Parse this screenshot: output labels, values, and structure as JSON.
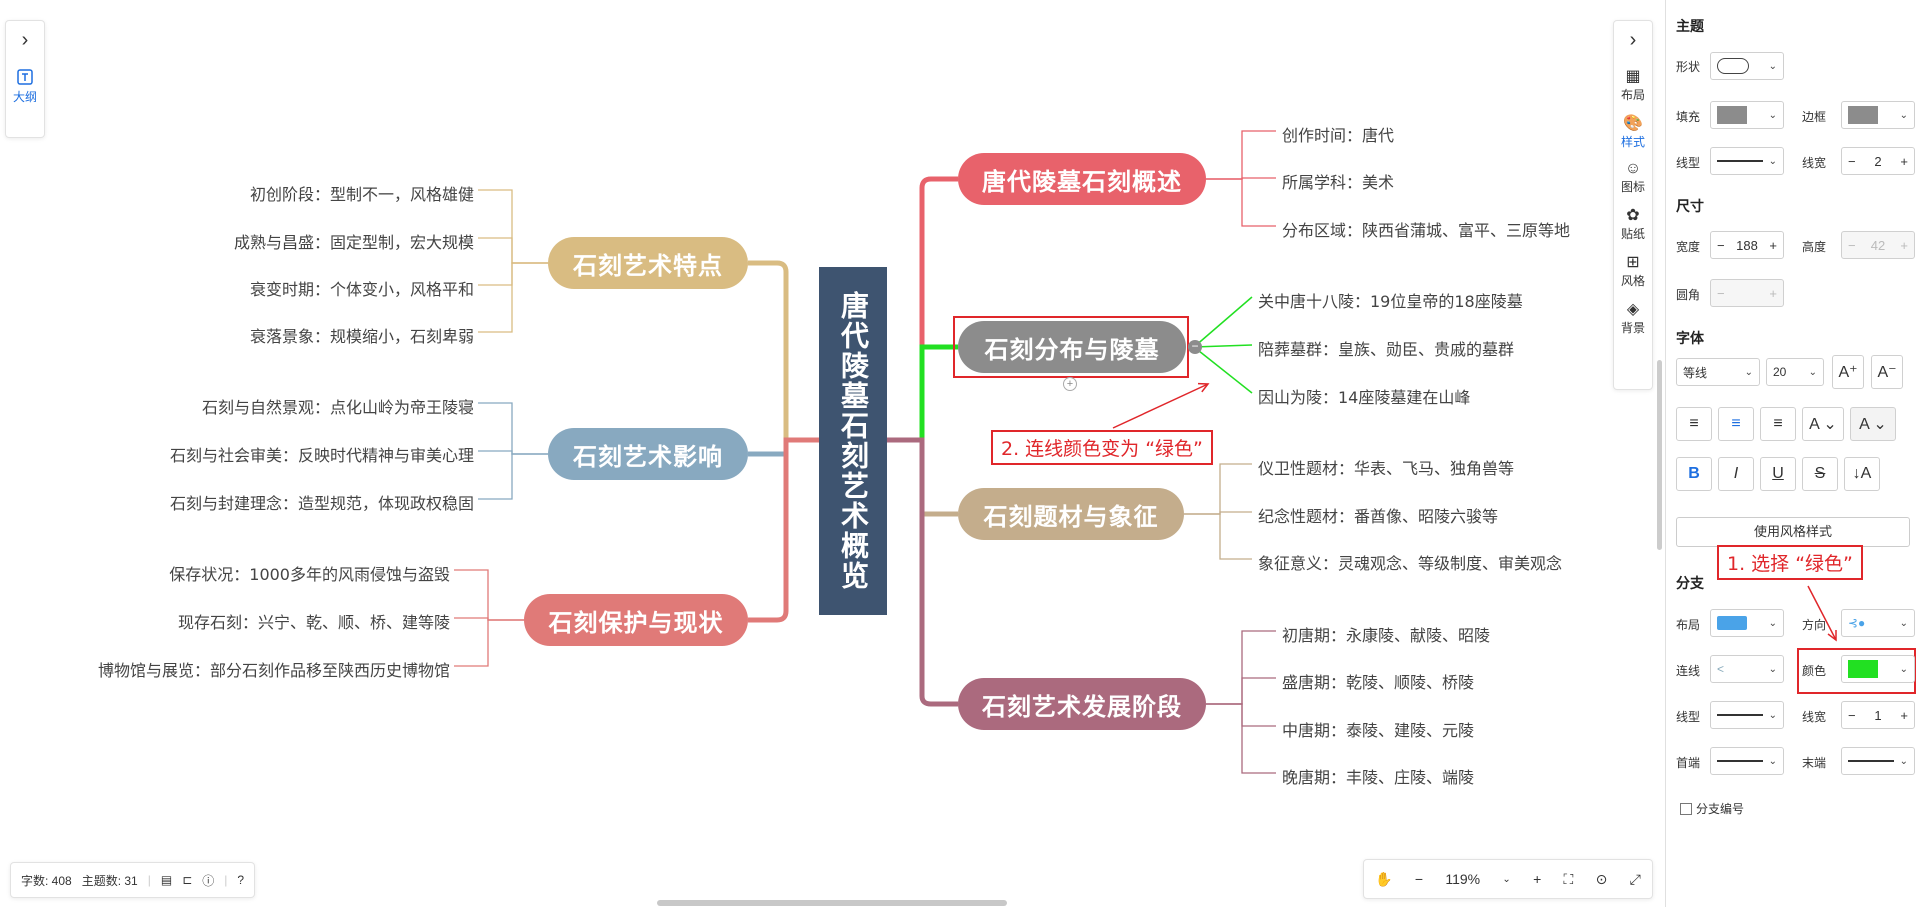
{
  "central": "唐代陵墓石刻艺术概览",
  "branches": [
    {
      "label": "唐代陵墓石刻概述",
      "color": "#e8626b",
      "items": [
        "创作时间：唐代",
        "所属学科：美术",
        "分布区域：陕西省蒲城、富平、三原等地"
      ]
    },
    {
      "label": "石刻分布与陵墓",
      "color": "#8c8c8c",
      "line_color": "#22e022",
      "items": [
        "关中唐十八陵：19位皇帝的18座陵墓",
        "陪葬墓群：皇族、勋臣、贵戚的墓群",
        "因山为陵：14座陵墓建在山峰"
      ]
    },
    {
      "label": "石刻题材与象征",
      "color": "#c4ad8c",
      "items": [
        "仪卫性题材：华表、飞马、独角兽等",
        "纪念性题材：番酋像、昭陵六骏等",
        "象征意义：灵魂观念、等级制度、审美观念"
      ]
    },
    {
      "label": "石刻艺术发展阶段",
      "color": "#ab6a7e",
      "items": [
        "初唐期：永康陵、献陵、昭陵",
        "盛唐期：乾陵、顺陵、桥陵",
        "中唐期：泰陵、建陵、元陵",
        "晚唐期：丰陵、庄陵、端陵"
      ]
    },
    {
      "label": "石刻艺术特点",
      "color": "#d9bc82",
      "items": [
        "初创阶段：型制不一，风格雄健",
        "成熟与昌盛：固定型制，宏大规模",
        "衰变时期：个体变小，风格平和",
        "衰落景象：规模缩小，石刻卑弱"
      ]
    },
    {
      "label": "石刻艺术影响",
      "color": "#88a9c0",
      "items": [
        "石刻与自然景观：点化山岭为帝王陵寝",
        "石刻与社会审美：反映时代精神与审美心理",
        "石刻与封建理念：造型规范，体现政权稳固"
      ]
    },
    {
      "label": "石刻保护与现状",
      "color": "#e07a78",
      "items": [
        "保存状况：1000多年的风雨侵蚀与盗毁",
        "现存石刻：兴宁、乾、顺、桥、建等陵",
        "博物馆与展览：部分石刻作品移至陕西历史博物馆"
      ]
    }
  ],
  "annotations": {
    "step1": "1. 选择 “绿色”",
    "step2": "2. 连线颜色变为 “绿色”"
  },
  "left_toolbar": {
    "outline": "大纲"
  },
  "right_toolbar": [
    "布局",
    "样式",
    "图标",
    "贴纸",
    "风格",
    "背景"
  ],
  "sidebar": {
    "theme_title": "主题",
    "shape_label": "形状",
    "fill_label": "填充",
    "fill_color": "#8c8c8c",
    "border_label": "边框",
    "border_color": "#8c8c8c",
    "line_type_label": "线型",
    "line_width_label": "线宽",
    "line_width": "2",
    "size_title": "尺寸",
    "width_label": "宽度",
    "width": "188",
    "height_label": "高度",
    "height": "42",
    "radius_label": "圆角",
    "font_title": "字体",
    "font_family": "等线",
    "font_size": "20",
    "use_style_btn": "使用风格样式",
    "branch_title": "分支",
    "layout_label": "布局",
    "direction_label": "方向",
    "connector_label": "连线",
    "color_label": "颜色",
    "branch_color": "#22e022",
    "b_line_type_label": "线型",
    "b_line_width_label": "线宽",
    "b_line_width": "1",
    "head_label": "首端",
    "tail_label": "末端",
    "numbering_label": "分支编号"
  },
  "status": {
    "word_count": "字数: 408",
    "topic_count": "主题数: 31",
    "zoom": "119%"
  }
}
